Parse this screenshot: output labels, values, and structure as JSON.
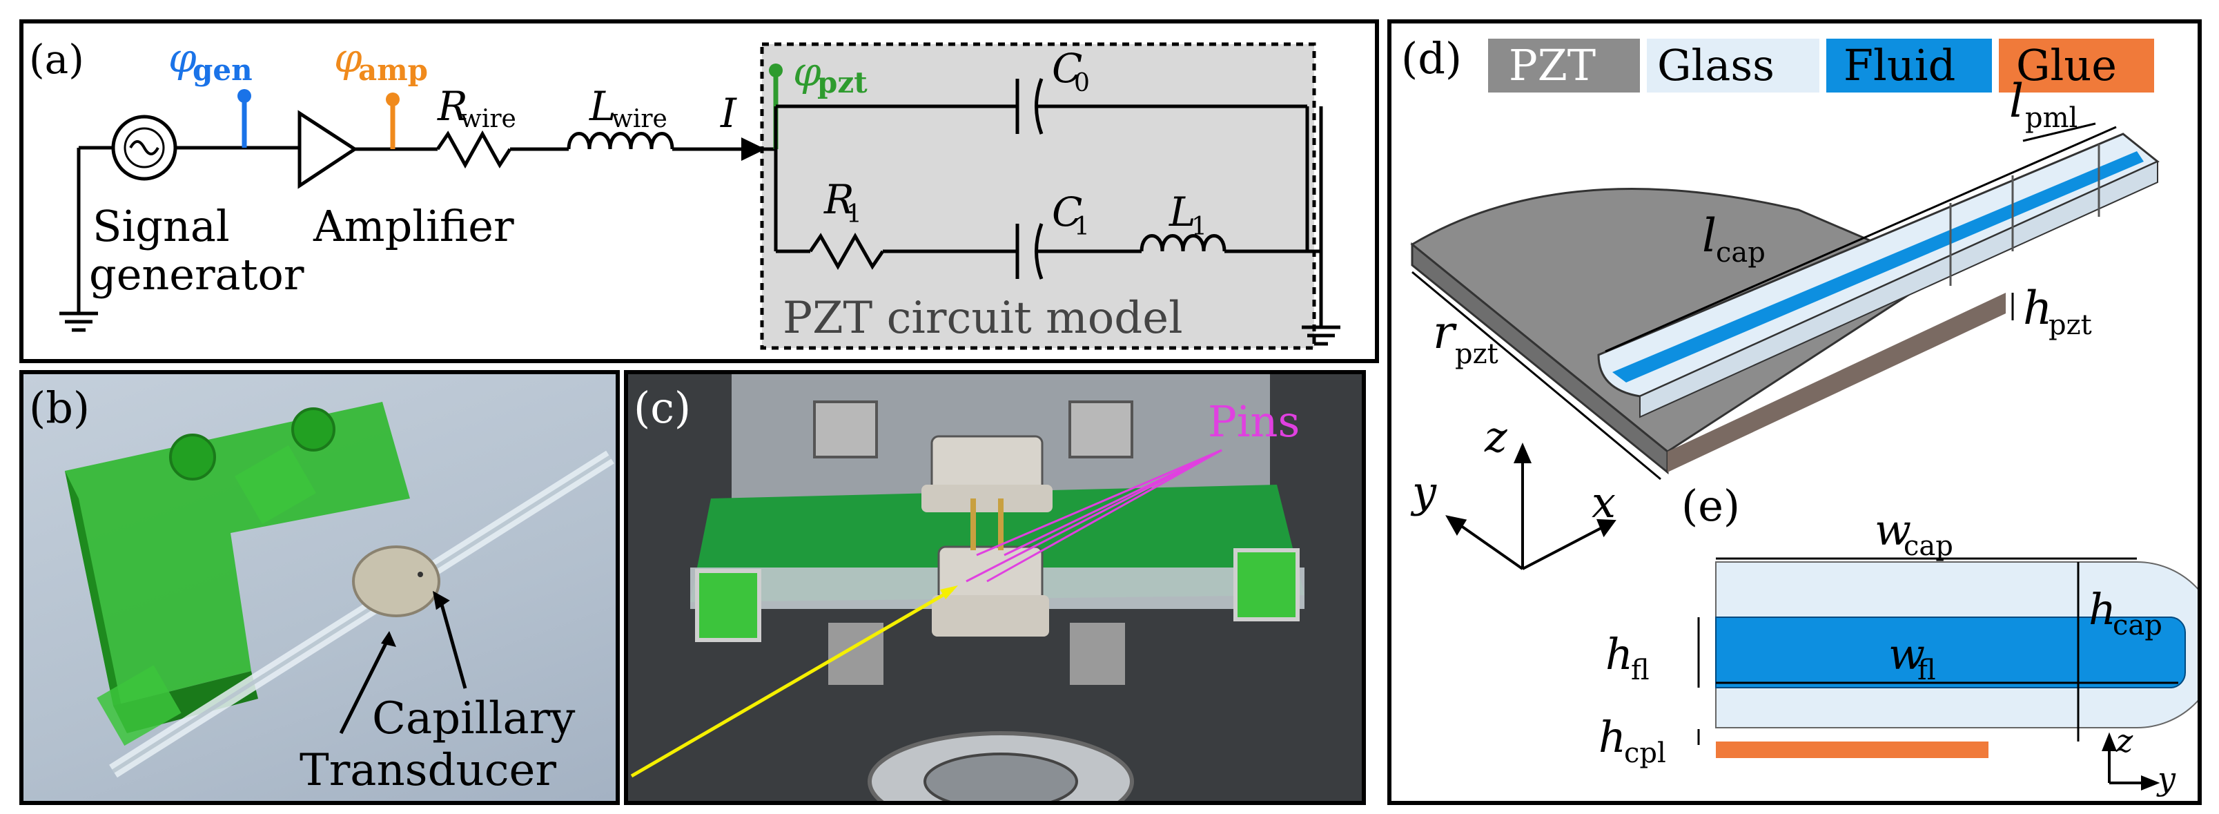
{
  "panels": {
    "a": "(a)",
    "b": "(b)",
    "c": "(c)",
    "d": "(d)",
    "e": "(e)"
  },
  "circuit": {
    "phi": "φ",
    "phi_gen_sub": "gen",
    "phi_amp_sub": "amp",
    "phi_pzt_sub": "pzt",
    "r_wire": "R",
    "r_wire_sub": "wire",
    "l_wire": "L",
    "l_wire_sub": "wire",
    "current": "I",
    "c0": "C",
    "c0_sub": "0",
    "r1": "R",
    "r1_sub": "1",
    "c1": "C",
    "c1_sub": "1",
    "l1": "L",
    "l1_sub": "1",
    "signal_line1": "Signal",
    "signal_line2": "generator",
    "amplifier": "Amplifier",
    "pzt_model": "PZT circuit model"
  },
  "photo_b": {
    "capillary": "Capillary",
    "transducer": "Transducer"
  },
  "photo_c": {
    "pins": "Pins"
  },
  "legend": {
    "pzt": "PZT",
    "glass": "Glass",
    "fluid": "Fluid",
    "glue": "Glue"
  },
  "geometry3d": {
    "l_cap": "l",
    "l_cap_sub": "cap",
    "l_pml": "l",
    "l_pml_sub": "pml",
    "h_pzt": "h",
    "h_pzt_sub": "pzt",
    "r_pzt": "r",
    "r_pzt_sub": "pzt",
    "ax_x": "x",
    "ax_y": "y",
    "ax_z": "z"
  },
  "crosssection": {
    "w_cap": "w",
    "w_cap_sub": "cap",
    "h_cap": "h",
    "h_cap_sub": "cap",
    "h_fl": "h",
    "h_fl_sub": "fl",
    "w_fl": "w",
    "w_fl_sub": "fl",
    "h_cpl": "h",
    "h_cpl_sub": "cpl",
    "ax_z": "z",
    "ax_y": "y"
  },
  "colors": {
    "gen": "#1a73e8",
    "amp": "#f08a1c",
    "pzt_probe": "#2e9b2e",
    "pzt_grey": "#8c8c8c",
    "glass": "#e2eef8",
    "fluid": "#0d8fe0",
    "glue": "#f07a3a",
    "pins": "#e040e0",
    "arrow": "#f5f000",
    "model_bg": "#d9d9d9"
  }
}
